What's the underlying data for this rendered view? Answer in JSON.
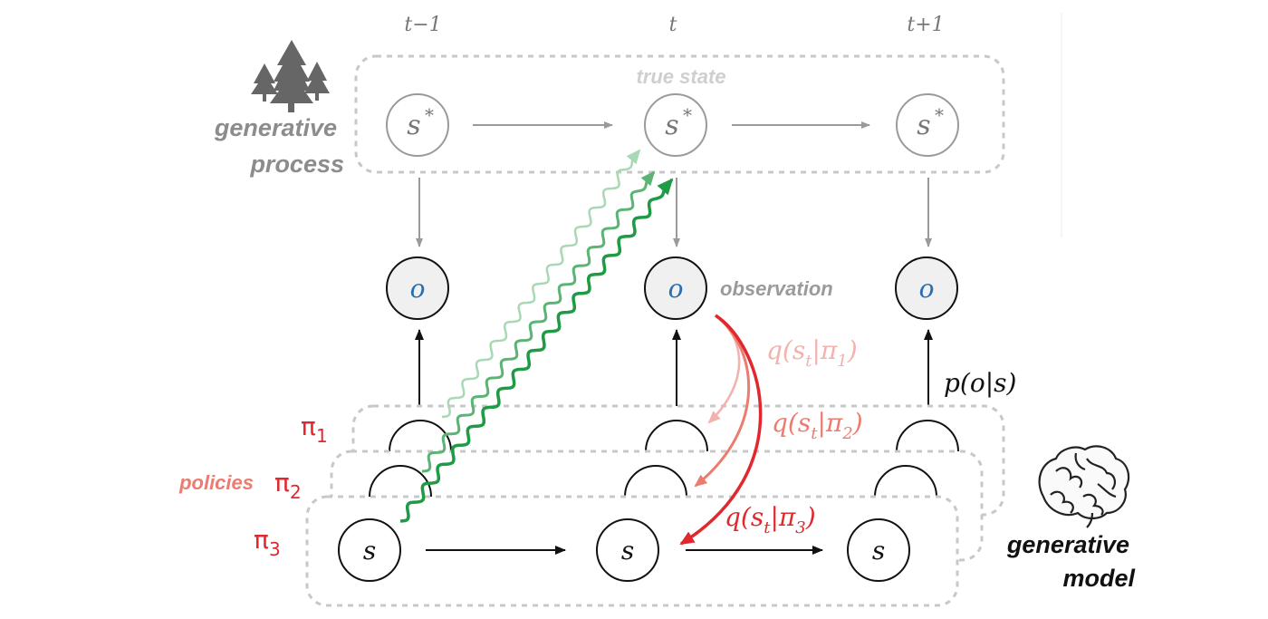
{
  "time_labels": {
    "prev": "t−1",
    "curr": "t",
    "next": "t+1"
  },
  "process": {
    "title_line1": "generative",
    "title_line2": "process",
    "true_state_label": "true state",
    "state_symbol": "s",
    "state_sup": "*",
    "icon": "pine-trees-icon"
  },
  "observation": {
    "symbol": "o",
    "label": "observation"
  },
  "likelihood": {
    "text": "p(o|s)"
  },
  "model": {
    "title_line1": "generative",
    "title_line2": "model",
    "state_symbol": "s",
    "icon": "brain-icon"
  },
  "policies": {
    "label": "policies",
    "items": [
      {
        "sym": "π",
        "sub": "1"
      },
      {
        "sym": "π",
        "sub": "2"
      },
      {
        "sym": "π",
        "sub": "3"
      }
    ]
  },
  "posteriors": [
    {
      "pre": "q(s",
      "sub": "t",
      "mid": "|π",
      "sub2": "1",
      "post": ")"
    },
    {
      "pre": "q(s",
      "sub": "t",
      "mid": "|π",
      "sub2": "2",
      "post": ")"
    },
    {
      "pre": "q(s",
      "sub": "t",
      "mid": "|π",
      "sub2": "3",
      "post": ")"
    }
  ],
  "colors": {
    "gray": "#9a9a9a",
    "dash_gray": "#c8c8c8",
    "obs_blue": "#2a6fb0",
    "red": "#e0282e",
    "red_mid": "#ec7b70",
    "red_light": "#f3b2ad",
    "green": "#1f9a45",
    "green_mid": "#5bb374",
    "green_light": "#a8d8b4"
  }
}
